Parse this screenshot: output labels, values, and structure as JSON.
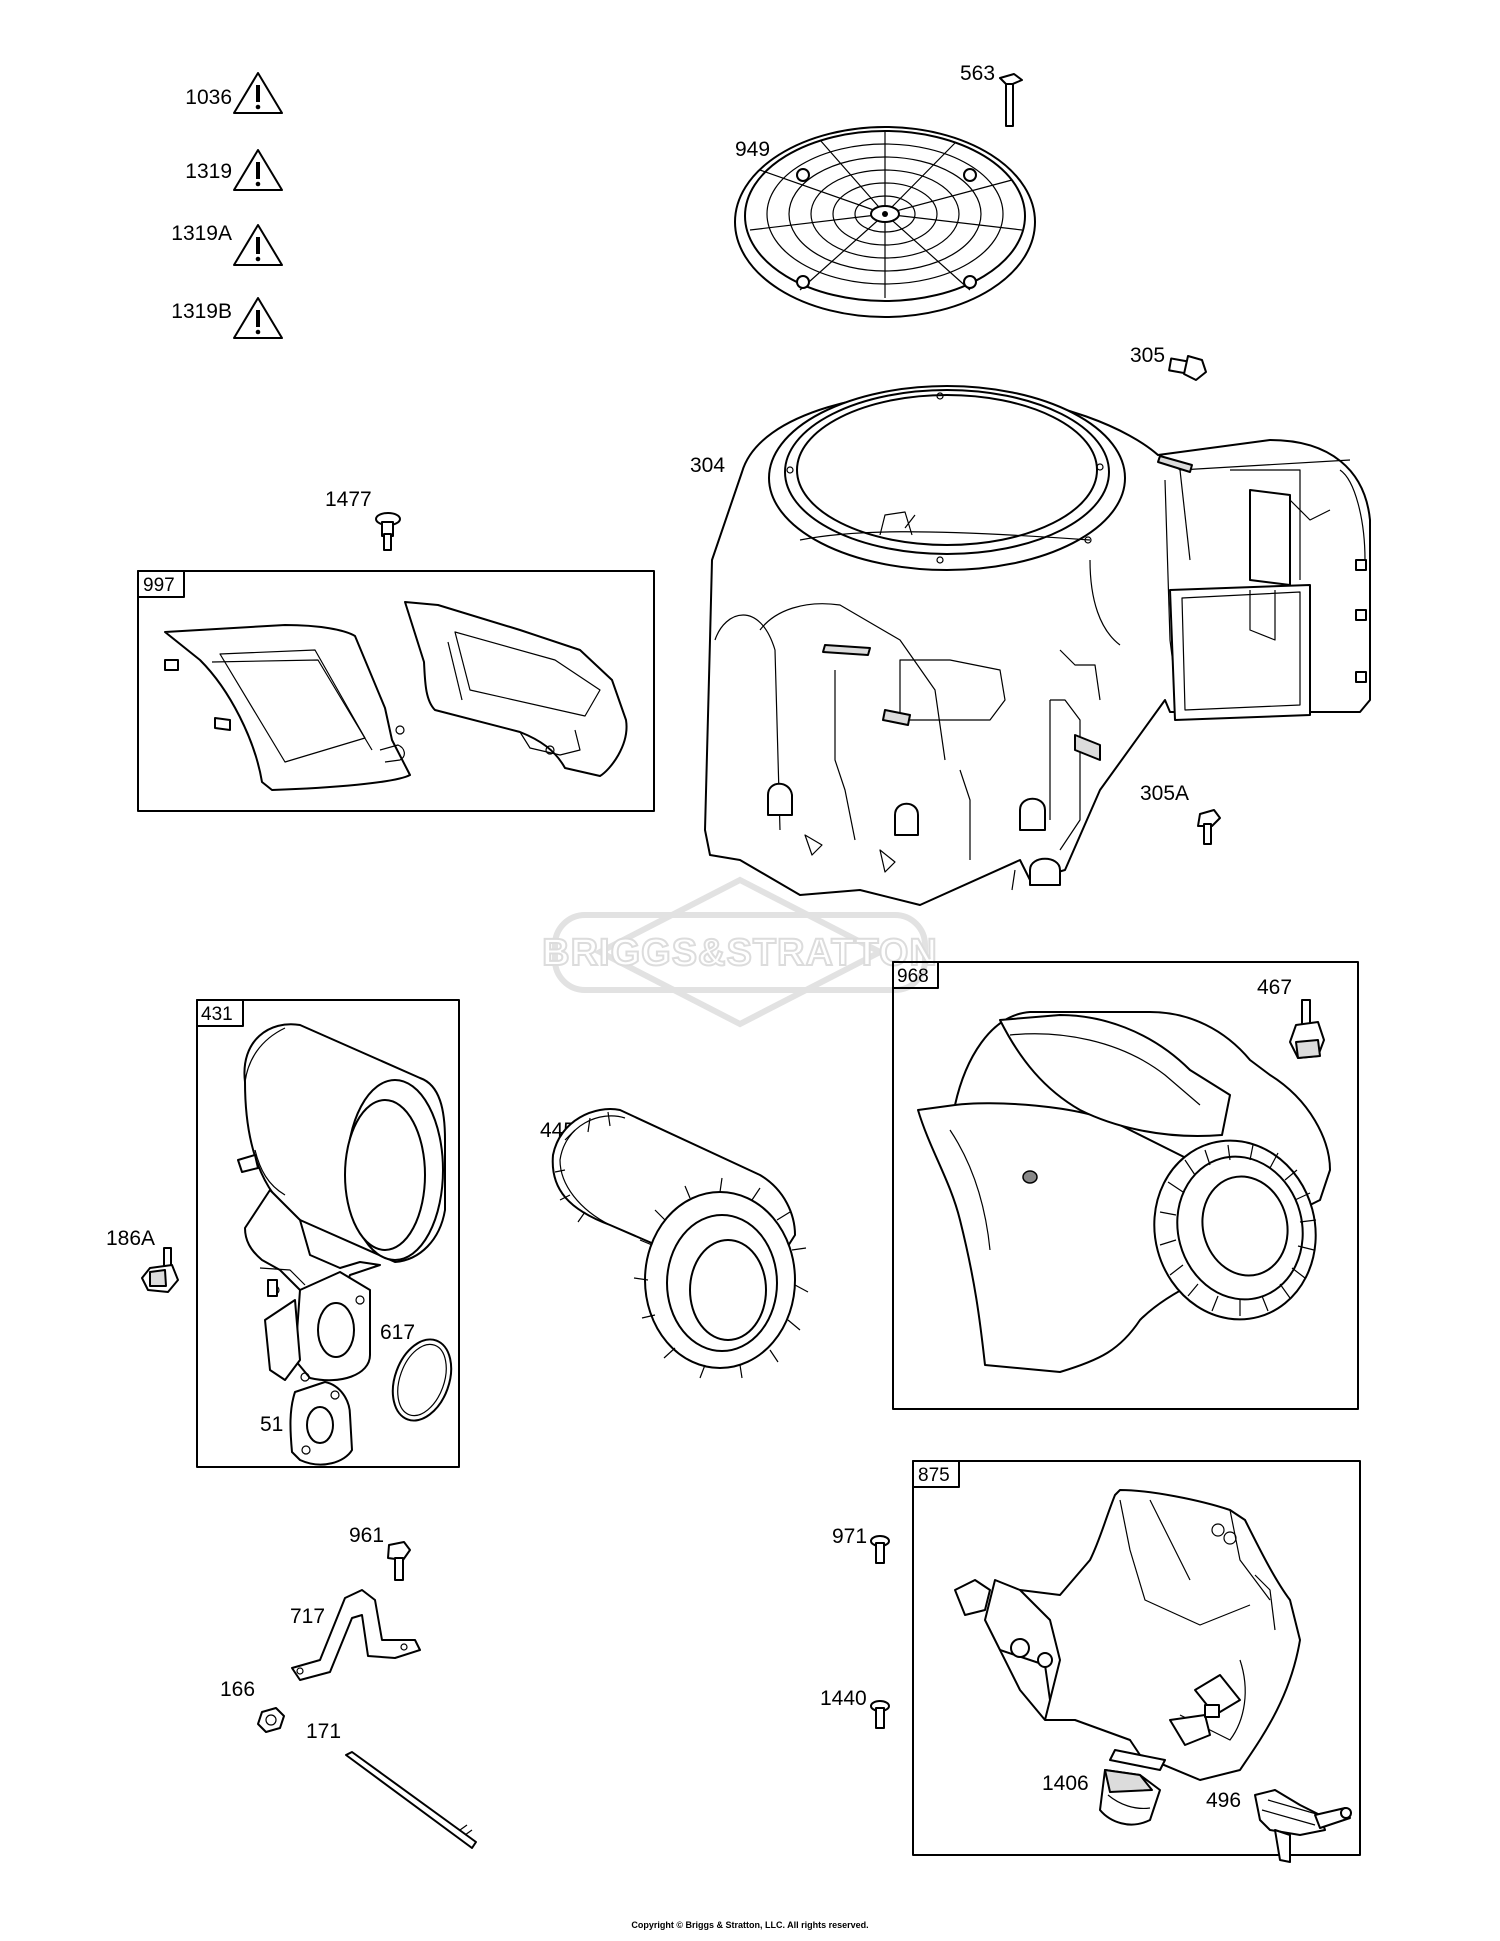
{
  "warnings": [
    "1036",
    "1319",
    "1319A",
    "1319B"
  ],
  "callouts": {
    "p563": "563",
    "p949": "949",
    "p305": "305",
    "p304": "304",
    "p1477": "1477",
    "p305A": "305A",
    "p467": "467",
    "p445": "445",
    "p186A": "186A",
    "p617": "617",
    "p51": "51",
    "p961": "961",
    "p717": "717",
    "p166": "166",
    "p171": "171",
    "p971": "971",
    "p1440": "1440",
    "p1406": "1406",
    "p496": "496"
  },
  "boxes": {
    "b997": "997",
    "b431": "431",
    "b968": "968",
    "b875": "875"
  },
  "watermark": "BRIGGS&STRATTON",
  "copyright": "Copyright © Briggs & Stratton, LLC. All rights reserved."
}
